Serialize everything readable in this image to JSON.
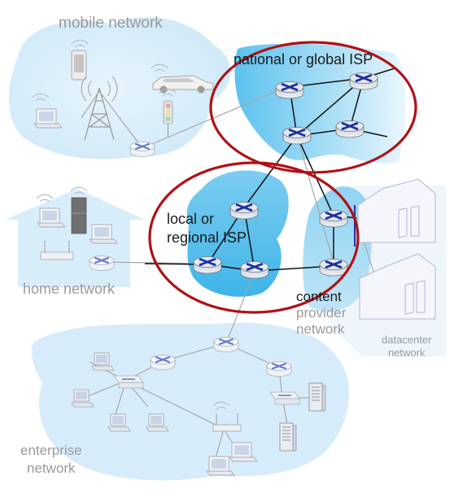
{
  "labels": {
    "mobile_network": "mobile network",
    "national_isp": "national or global ISP",
    "local_isp": [
      "local or",
      "regional ISP"
    ],
    "home_network": "home network",
    "content_provider": [
      "content",
      "provider",
      "network"
    ],
    "datacenter": [
      "datacenter",
      "network"
    ],
    "enterprise": [
      "enterprise",
      "network"
    ]
  },
  "colors": {
    "cloud_light": "#d9eefb",
    "cloud_strong": "#7fcdf0",
    "highlight_ellipse": "#b01116",
    "router_top": "#d5dde6",
    "router_arrows": "#1b2f9e",
    "faded_text": "#9a9a9a",
    "link_dark": "#111111",
    "link_faded": "#a8a8a8"
  },
  "icons": [
    "router-icon",
    "laptop-icon",
    "phone-icon",
    "car-icon",
    "traffic-light-icon",
    "cell-tower-icon",
    "fridge-icon",
    "wifi-router-icon",
    "desktop-icon",
    "server-icon",
    "datacenter-building-icon"
  ]
}
